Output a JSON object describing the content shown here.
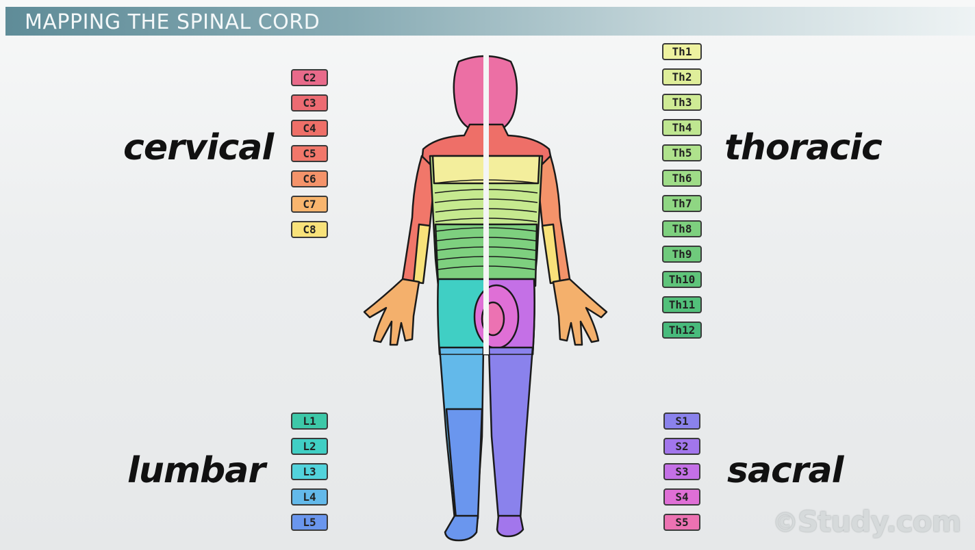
{
  "title": "MAPPING THE SPINAL CORD",
  "regions": {
    "cervical": "cervical",
    "thoracic": "thoracic",
    "lumbar": "lumbar",
    "sacral": "sacral"
  },
  "cervical_tags": [
    {
      "label": "C2",
      "color": "#e86a8a"
    },
    {
      "label": "C3",
      "color": "#ec6b72"
    },
    {
      "label": "C4",
      "color": "#ee6f68"
    },
    {
      "label": "C5",
      "color": "#f1776a"
    },
    {
      "label": "C6",
      "color": "#f4936a"
    },
    {
      "label": "C7",
      "color": "#f8b56e"
    },
    {
      "label": "C8",
      "color": "#f8e27a"
    }
  ],
  "thoracic_tags": [
    {
      "label": "Th1",
      "color": "#eef2a0"
    },
    {
      "label": "Th2",
      "color": "#dfee9a"
    },
    {
      "label": "Th3",
      "color": "#cfeb95"
    },
    {
      "label": "Th4",
      "color": "#bfe691"
    },
    {
      "label": "Th5",
      "color": "#afe28c"
    },
    {
      "label": "Th6",
      "color": "#9fdc88"
    },
    {
      "label": "Th7",
      "color": "#8fd683"
    },
    {
      "label": "Th8",
      "color": "#7ed07f"
    },
    {
      "label": "Th9",
      "color": "#6fca7c"
    },
    {
      "label": "Th10",
      "color": "#5fc47a"
    },
    {
      "label": "Th11",
      "color": "#52c07a"
    },
    {
      "label": "Th12",
      "color": "#48bb7c"
    }
  ],
  "lumbar_tags": [
    {
      "label": "L1",
      "color": "#3dc8a8"
    },
    {
      "label": "L2",
      "color": "#40cfc4"
    },
    {
      "label": "L3",
      "color": "#52d3dc"
    },
    {
      "label": "L4",
      "color": "#63b9ea"
    },
    {
      "label": "L5",
      "color": "#6a96ee"
    }
  ],
  "sacral_tags": [
    {
      "label": "S1",
      "color": "#8a82ec"
    },
    {
      "label": "S2",
      "color": "#a276ec"
    },
    {
      "label": "S3",
      "color": "#c470e6"
    },
    {
      "label": "S4",
      "color": "#df6fd6"
    },
    {
      "label": "S5",
      "color": "#ec72b2"
    }
  ],
  "watermark": "Study.com"
}
